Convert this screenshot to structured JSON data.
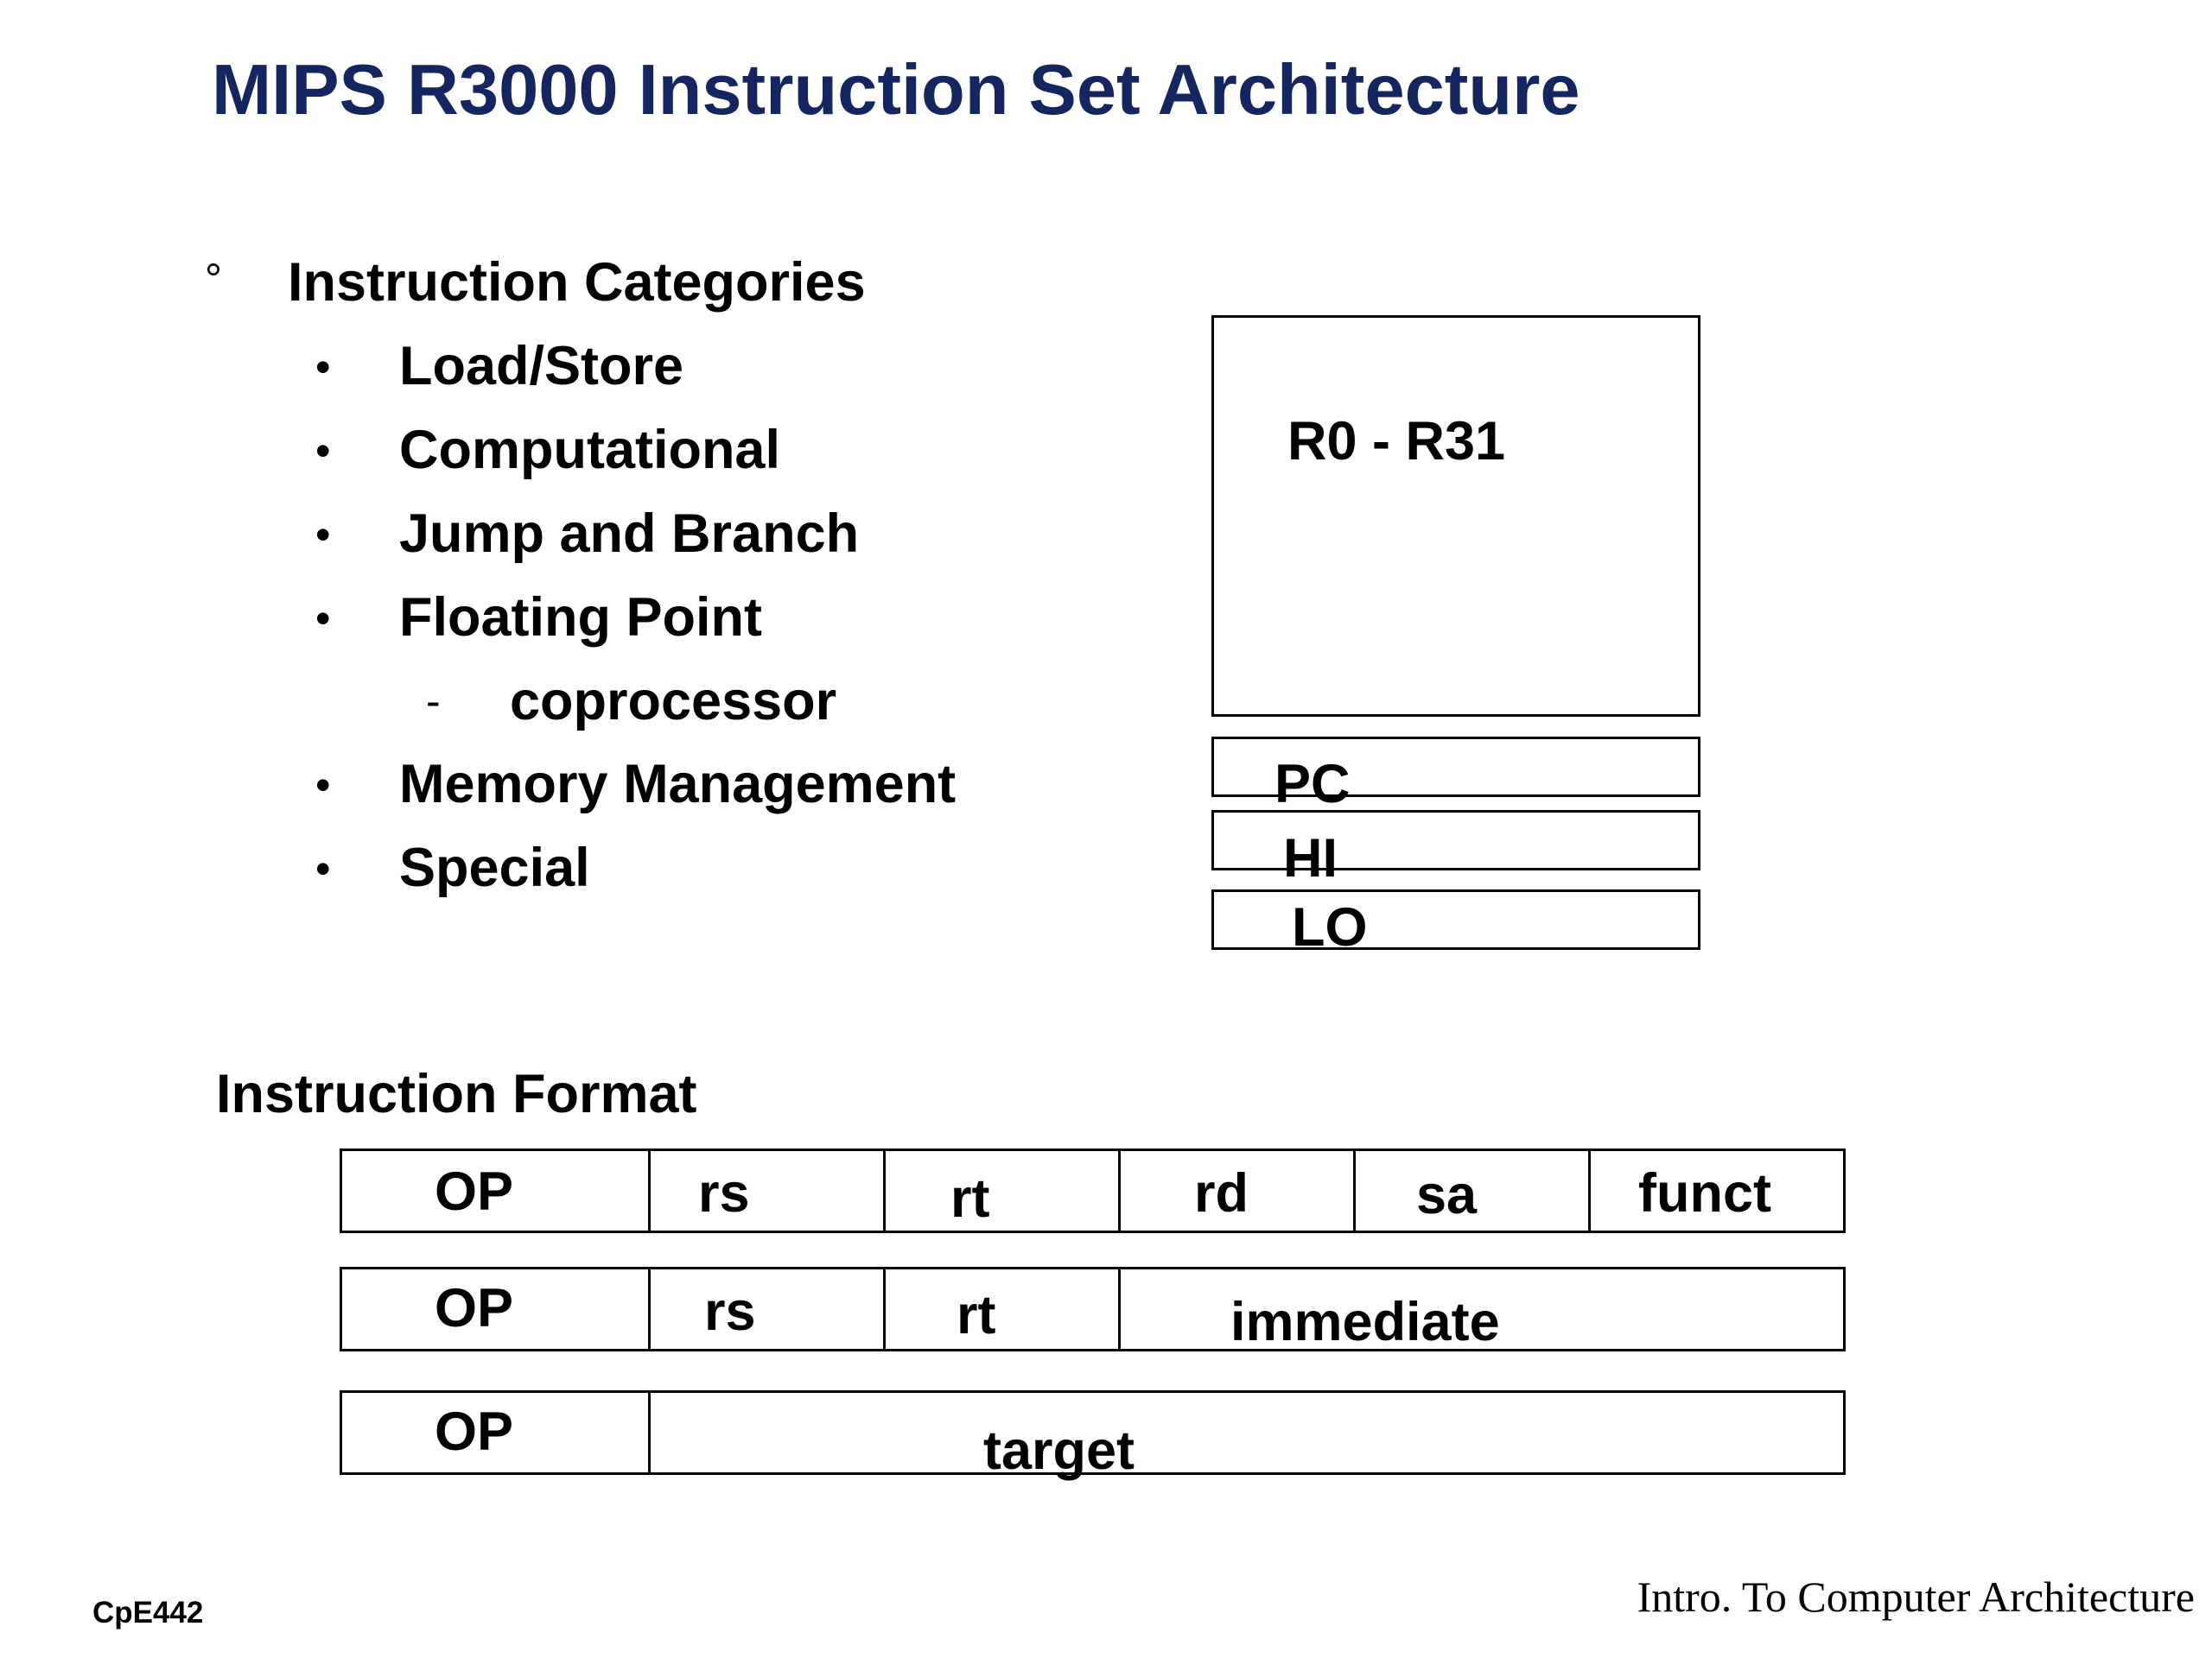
{
  "title": "MIPS R3000 Instruction Set Architecture",
  "categories": {
    "heading": "Instruction Categories",
    "items": [
      "Load/Store",
      "Computational",
      "Jump and Branch",
      "Floating Point"
    ],
    "sub_item": "coprocessor",
    "items_after": [
      "Memory Management",
      "Special"
    ]
  },
  "registers": {
    "general": "R0 - R31",
    "pc": "PC",
    "hi": "HI",
    "lo": "LO"
  },
  "format": {
    "heading": "Instruction Format",
    "r_type": [
      "OP",
      "rs",
      "rt",
      "rd",
      "sa",
      "funct"
    ],
    "i_type": [
      "OP",
      "rs",
      "rt",
      "immediate"
    ],
    "j_type": [
      "OP",
      "target"
    ]
  },
  "footer": {
    "left": "CpE442",
    "right": "Intro. To Computer Architecture"
  }
}
